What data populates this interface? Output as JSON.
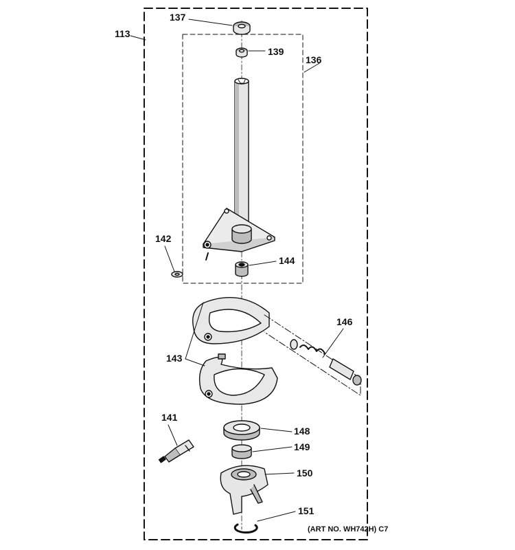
{
  "diagram": {
    "art_number": "(ART NO. WH742H) C7",
    "callouts": {
      "c113": "113",
      "c136": "136",
      "c137": "137",
      "c139": "139",
      "c141": "141",
      "c142": "142",
      "c143": "143",
      "c144": "144",
      "c146": "146",
      "c148": "148",
      "c149": "149",
      "c150": "150",
      "c151": "151"
    },
    "colors": {
      "ink": "#111111",
      "shade": "#bdbdbd",
      "light": "#e6e6e6"
    }
  }
}
